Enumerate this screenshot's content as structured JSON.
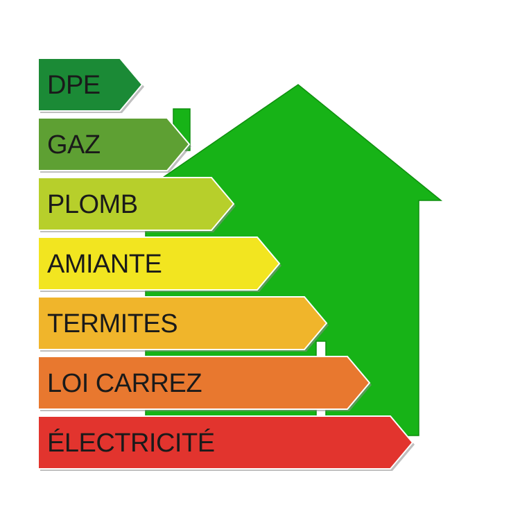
{
  "colors": {
    "house": "#17b317",
    "background": "#ffffff"
  },
  "bands": [
    {
      "label": "DPE",
      "color": "#1b8a36"
    },
    {
      "label": "GAZ",
      "color": "#5ea033"
    },
    {
      "label": "PLOMB",
      "color": "#b7cf2b"
    },
    {
      "label": "AMIANTE",
      "color": "#f2e520"
    },
    {
      "label": "TERMITES",
      "color": "#f0b52b"
    },
    {
      "label": "LOI CARREZ",
      "color": "#e8782f"
    },
    {
      "label": "ÉLECTRICITÉ",
      "color": "#e2342e"
    }
  ]
}
